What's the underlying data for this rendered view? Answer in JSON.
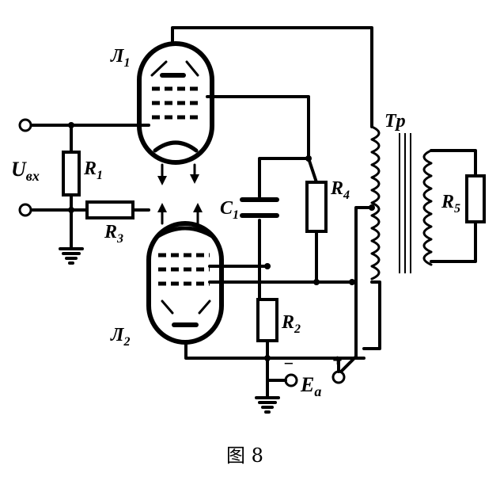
{
  "figure": {
    "caption": "图 8",
    "labels": {
      "tube1": "Л",
      "tube1_sub": "1",
      "tube2": "Л",
      "tube2_sub": "2",
      "uin": "U",
      "uin_sub": "вх",
      "r1": "R",
      "r1_sub": "1",
      "r2": "R",
      "r2_sub": "2",
      "r3": "R",
      "r3_sub": "3",
      "r4": "R",
      "r4_sub": "4",
      "r5": "R",
      "r5_sub": "5",
      "c1": "C",
      "c1_sub": "1",
      "transformer": "Tp",
      "supply": "E",
      "supply_sub": "a",
      "minus": "−",
      "plus": "+"
    }
  }
}
